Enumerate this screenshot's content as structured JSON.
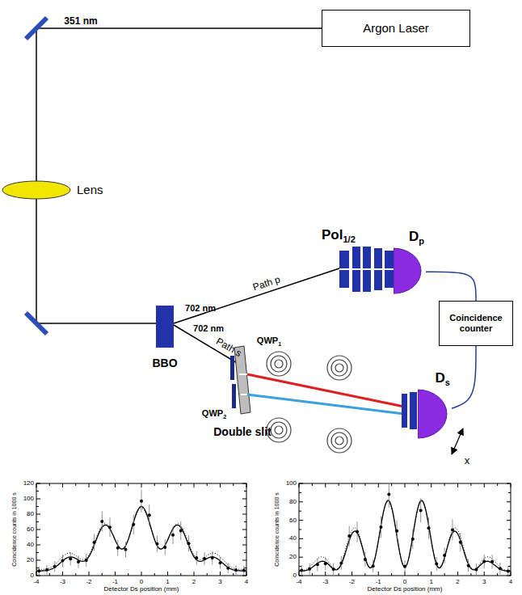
{
  "diagram": {
    "nodes": [
      {
        "text": [
          "Argon Laser"
        ]
      },
      {
        "text": [
          "Dp"
        ]
      },
      {
        "text": [
          "Coincidence counter"
        ]
      },
      {
        "text": [
          "Ds"
        ]
      }
    ],
    "edges": [
      {
        "from": 1,
        "to": 2,
        "arrow": "none"
      },
      {
        "from": 3,
        "to": 2,
        "arrow": "none"
      }
    ],
    "labels": [
      "351 nm",
      "Lens",
      "702 nm",
      "702 nm",
      "Path p",
      "Path s",
      "BBO",
      "Pol1/2",
      "QWP1",
      "QWP2",
      "Double slit",
      "x",
      "0",
      "20",
      "40",
      "60",
      "80",
      "100",
      "120",
      "-4",
      "-3",
      "-2",
      "-1",
      "0",
      "1",
      "2",
      "3",
      "4",
      "Coincidence counts in 1000 s",
      "Detector Ds position (mm)",
      "0",
      "20",
      "40",
      "60",
      "80",
      "100",
      "-4",
      "-3",
      "-2",
      "-1",
      "0",
      "1",
      "2",
      "3",
      "4",
      "Coincidence counts in 1000 s",
      "Detector Ds position (mm)"
    ]
  }
}
